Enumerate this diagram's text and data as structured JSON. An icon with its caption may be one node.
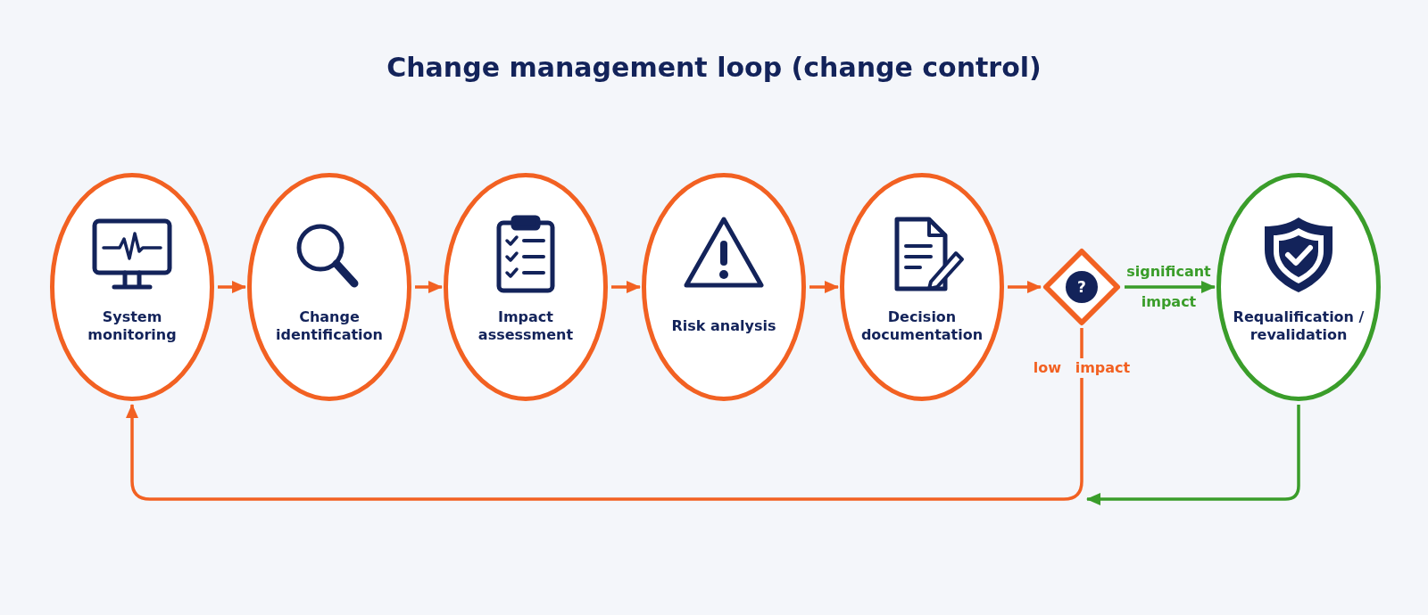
{
  "diagram": {
    "title": "Change management loop (change control)",
    "nodes": [
      {
        "text": [
          "System monitoring"
        ]
      },
      {
        "text": [
          "Change identification"
        ]
      },
      {
        "text": [
          "Impact assessment"
        ]
      },
      {
        "text": [
          "Risk analysis"
        ]
      },
      {
        "text": [
          "Decision documentation"
        ]
      },
      {
        "text": [
          "?"
        ]
      },
      {
        "text": [
          "Requalification / revalidation"
        ]
      }
    ],
    "edges": [
      {
        "from": 0,
        "to": 1,
        "arrow": "to"
      },
      {
        "from": 1,
        "to": 2,
        "arrow": "to"
      },
      {
        "from": 2,
        "to": 3,
        "arrow": "to"
      },
      {
        "from": 3,
        "to": 4,
        "arrow": "to"
      },
      {
        "from": 4,
        "to": 5,
        "arrow": "to"
      },
      {
        "from": 5,
        "to": 6,
        "arrow": "to",
        "label": "significant impact",
        "color": "#3a9d2a"
      },
      {
        "from": 5,
        "to": 0,
        "arrow": "to",
        "label": "low impact"
      },
      {
        "from": 6,
        "to": null,
        "arrow": "to",
        "color": "#3a9d2a"
      }
    ]
  }
}
